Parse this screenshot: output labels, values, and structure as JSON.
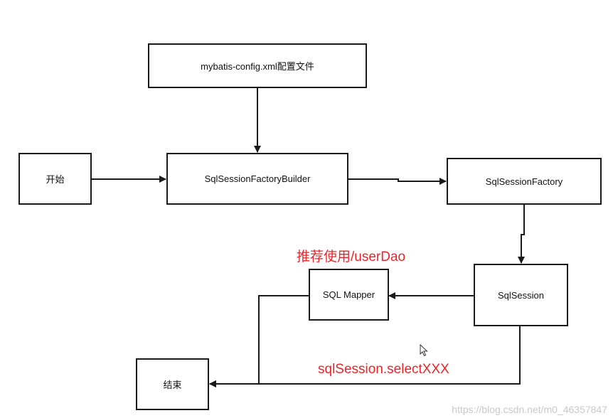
{
  "nodes": {
    "config": "mybatis-config.xml配置文件",
    "start": "开始",
    "builder": "SqlSessionFactoryBuilder",
    "factory": "SqlSessionFactory",
    "session": "SqlSession",
    "mapper": "SQL Mapper",
    "end": "结束"
  },
  "annotations": {
    "mapper_note": "推荐使用/userDao",
    "select_note": "sqlSession.selectXXX"
  },
  "watermark": "https://blog.csdn.net/m0_46357847",
  "colors": {
    "stroke": "#1a1a1a",
    "annotation": "#e8262a",
    "watermark": "#c9c9c9"
  }
}
